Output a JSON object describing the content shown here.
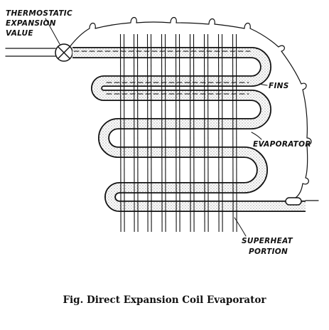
{
  "labels": {
    "thermostatic_line1": "THERMOSTATIC",
    "thermostatic_line2": "EXPANSION",
    "thermostatic_line3": "VALUE",
    "fins": "FINS",
    "evaporator": "EVAPORATOR",
    "superheat_line1": "SUPERHEAT",
    "superheat_line2": "PORTION"
  },
  "caption": "Fig. Direct Expansion Coil Evaporator"
}
